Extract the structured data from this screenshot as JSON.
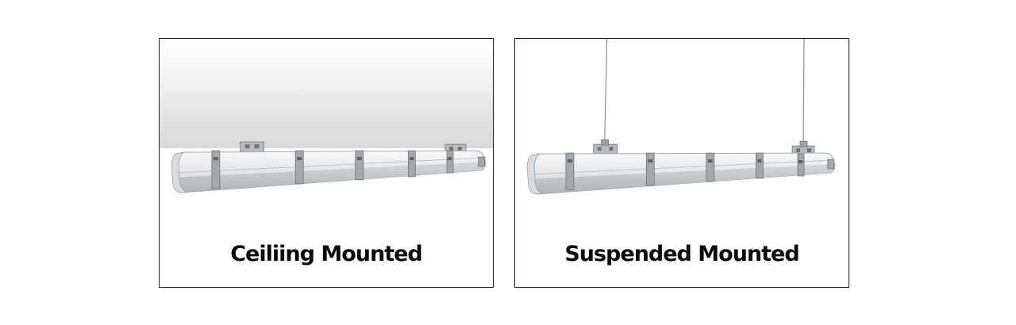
{
  "panels": [
    {
      "id": "ceiling",
      "caption": "Ceiliing Mounted"
    },
    {
      "id": "suspended",
      "caption": "Suspended Mounted"
    }
  ],
  "colors": {
    "frame": "#1a1a1a",
    "caption": "#0a0a0a",
    "fixture_body": "#e9ebed",
    "fixture_diffuser": "#c4c7ca",
    "clip": "#9ea3a8",
    "ceiling": "#dcdcdc",
    "wire": "#8a8a8a"
  },
  "icons": [
    "led-batten-fixture-icon",
    "mounting-bracket-icon",
    "suspension-wire-icon"
  ]
}
